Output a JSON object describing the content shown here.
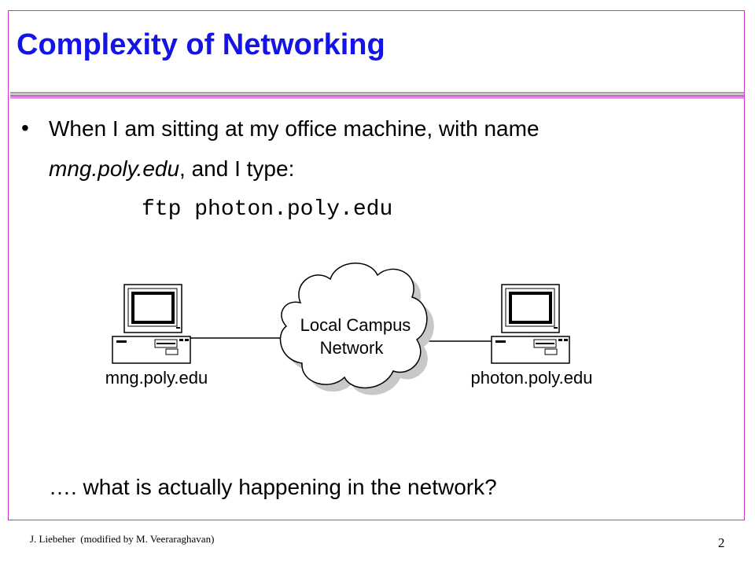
{
  "slide": {
    "title": "Complexity of Networking",
    "bullet": {
      "line1": "When I am sitting at my office machine, with name",
      "host_italic": "mng.poly.edu",
      "line2_rest": ", and I type:"
    },
    "command": "ftp photon.poly.edu",
    "diagram": {
      "left_host_label": "mng.poly.edu",
      "right_host_label": "photon.poly.edu",
      "cloud_label_line1": "Local Campus",
      "cloud_label_line2": "Network"
    },
    "closing": "…. what is actually happening in the network?",
    "footer": {
      "author": "J. Liebeher  (modified by M. Veeraraghavan)",
      "page_number": "2"
    }
  },
  "colors": {
    "title": "#1414e6",
    "frame": "#cc33cc",
    "rule": "#cc44cc"
  }
}
